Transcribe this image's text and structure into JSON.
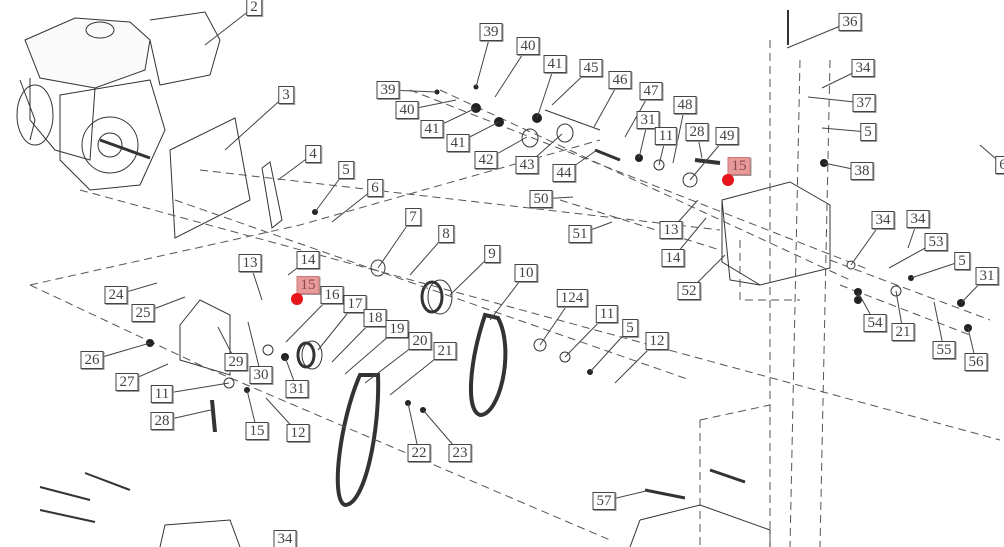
{
  "diagram": {
    "highlight_color": "#e8141c",
    "labels": [
      {
        "text": "2"
      },
      {
        "text": "3"
      },
      {
        "text": "4"
      },
      {
        "text": "5"
      },
      {
        "text": "6"
      },
      {
        "text": "7"
      },
      {
        "text": "8"
      },
      {
        "text": "9"
      },
      {
        "text": "10"
      },
      {
        "text": "11"
      },
      {
        "text": "5"
      },
      {
        "text": "12"
      },
      {
        "text": "124"
      },
      {
        "text": "13"
      },
      {
        "text": "14"
      },
      {
        "text": "15",
        "highlighted": true
      },
      {
        "text": "16"
      },
      {
        "text": "17"
      },
      {
        "text": "18"
      },
      {
        "text": "19"
      },
      {
        "text": "20"
      },
      {
        "text": "21"
      },
      {
        "text": "22"
      },
      {
        "text": "23"
      },
      {
        "text": "24"
      },
      {
        "text": "25"
      },
      {
        "text": "26"
      },
      {
        "text": "27"
      },
      {
        "text": "28"
      },
      {
        "text": "29"
      },
      {
        "text": "30"
      },
      {
        "text": "31"
      },
      {
        "text": "11"
      },
      {
        "text": "15"
      },
      {
        "text": "12"
      },
      {
        "text": "39"
      },
      {
        "text": "40"
      },
      {
        "text": "41"
      },
      {
        "text": "45"
      },
      {
        "text": "46"
      },
      {
        "text": "47"
      },
      {
        "text": "48"
      },
      {
        "text": "39"
      },
      {
        "text": "40"
      },
      {
        "text": "41"
      },
      {
        "text": "41"
      },
      {
        "text": "42"
      },
      {
        "text": "43"
      },
      {
        "text": "44"
      },
      {
        "text": "31"
      },
      {
        "text": "11"
      },
      {
        "text": "28"
      },
      {
        "text": "49"
      },
      {
        "text": "15",
        "highlighted": true
      },
      {
        "text": "50"
      },
      {
        "text": "51"
      },
      {
        "text": "13"
      },
      {
        "text": "14"
      },
      {
        "text": "52"
      },
      {
        "text": "36"
      },
      {
        "text": "34"
      },
      {
        "text": "37"
      },
      {
        "text": "5"
      },
      {
        "text": "38"
      },
      {
        "text": "34"
      },
      {
        "text": "34"
      },
      {
        "text": "53"
      },
      {
        "text": "5"
      },
      {
        "text": "31"
      },
      {
        "text": "54"
      },
      {
        "text": "21"
      },
      {
        "text": "55"
      },
      {
        "text": "56"
      },
      {
        "text": "6"
      },
      {
        "text": "57"
      },
      {
        "text": "34"
      }
    ]
  }
}
